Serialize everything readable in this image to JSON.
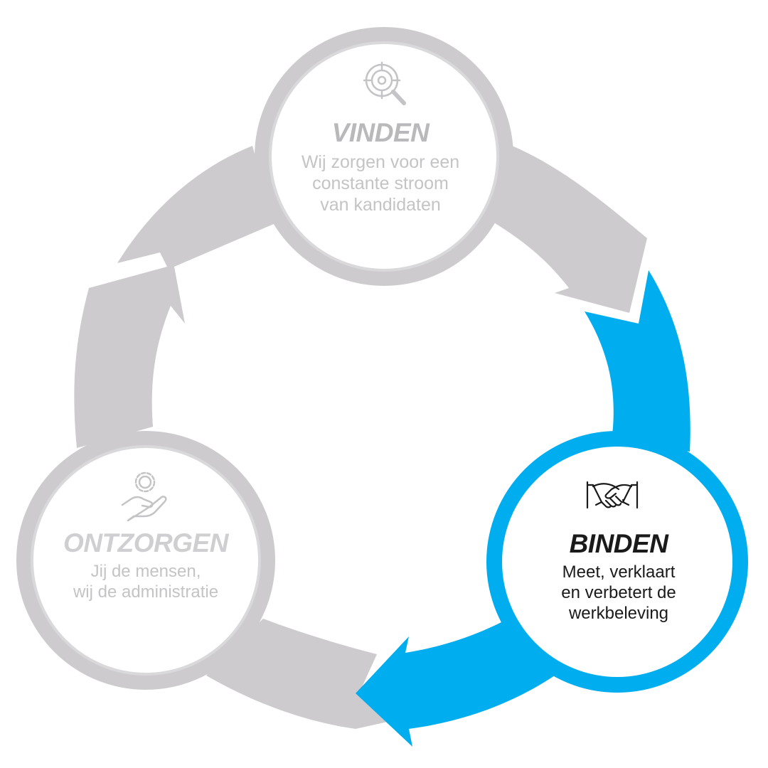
{
  "colors": {
    "ring_gray": "#cdcbce",
    "accent_blue": "#00aeef",
    "inner_gray_circle": "#d9d9db",
    "active_title": "#1a1a1a",
    "inactive_title": "#b9b9bb",
    "inactive_text": "#c4c4c6"
  },
  "nodes": {
    "vinden": {
      "title": "VINDEN",
      "lines": [
        "Wij zorgen voor een",
        "constante stroom",
        "van kandidaten"
      ],
      "icon": "target-search-icon",
      "state": "inactive"
    },
    "binden": {
      "title": "BINDEN",
      "lines": [
        "Meet, verklaart",
        "en verbetert de",
        "werkbeleving"
      ],
      "icon": "handshake-icon",
      "state": "active"
    },
    "ontzorgen": {
      "title": "ONTZORGEN",
      "lines": [
        "Jij de mensen,",
        "wij de administratie"
      ],
      "icon": "gear-hand-icon",
      "state": "inactive"
    }
  }
}
